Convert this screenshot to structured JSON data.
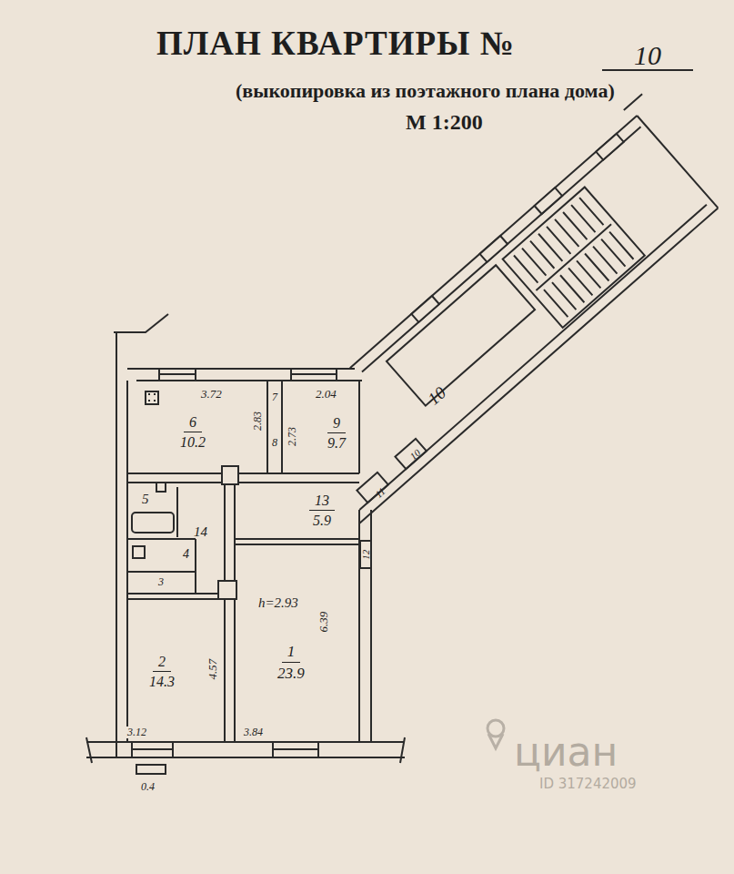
{
  "diagram": {
    "title": "ПЛАН КВАРТИРЫ №",
    "nodes": [
      {
        "text": [
          "6",
          "10.2"
        ]
      },
      {
        "text": [
          "7"
        ]
      },
      {
        "text": [
          "8"
        ]
      },
      {
        "text": [
          "9",
          "9.7"
        ]
      },
      {
        "text": [
          "10"
        ]
      },
      {
        "text": [
          "13",
          "5.9"
        ]
      },
      {
        "text": [
          "5"
        ]
      },
      {
        "text": [
          "14"
        ]
      },
      {
        "text": [
          "4"
        ]
      },
      {
        "text": [
          "3"
        ]
      },
      {
        "text": [
          "2",
          "14.3"
        ]
      },
      {
        "text": [
          "1",
          "23.9"
        ]
      },
      {
        "text": [
          "11"
        ]
      },
      {
        "text": [
          "10"
        ]
      },
      {
        "text": [
          "12"
        ]
      }
    ],
    "labels": [
      "10",
      "(выкопировка из поэтажного плана дома)",
      "М 1:200",
      "3.72",
      "2.83",
      "2.04",
      "2.73",
      "h=2.93",
      "4.57",
      "6.39",
      "3.12",
      "3.84",
      "0.4",
      "циан",
      "ID 317242009"
    ]
  }
}
